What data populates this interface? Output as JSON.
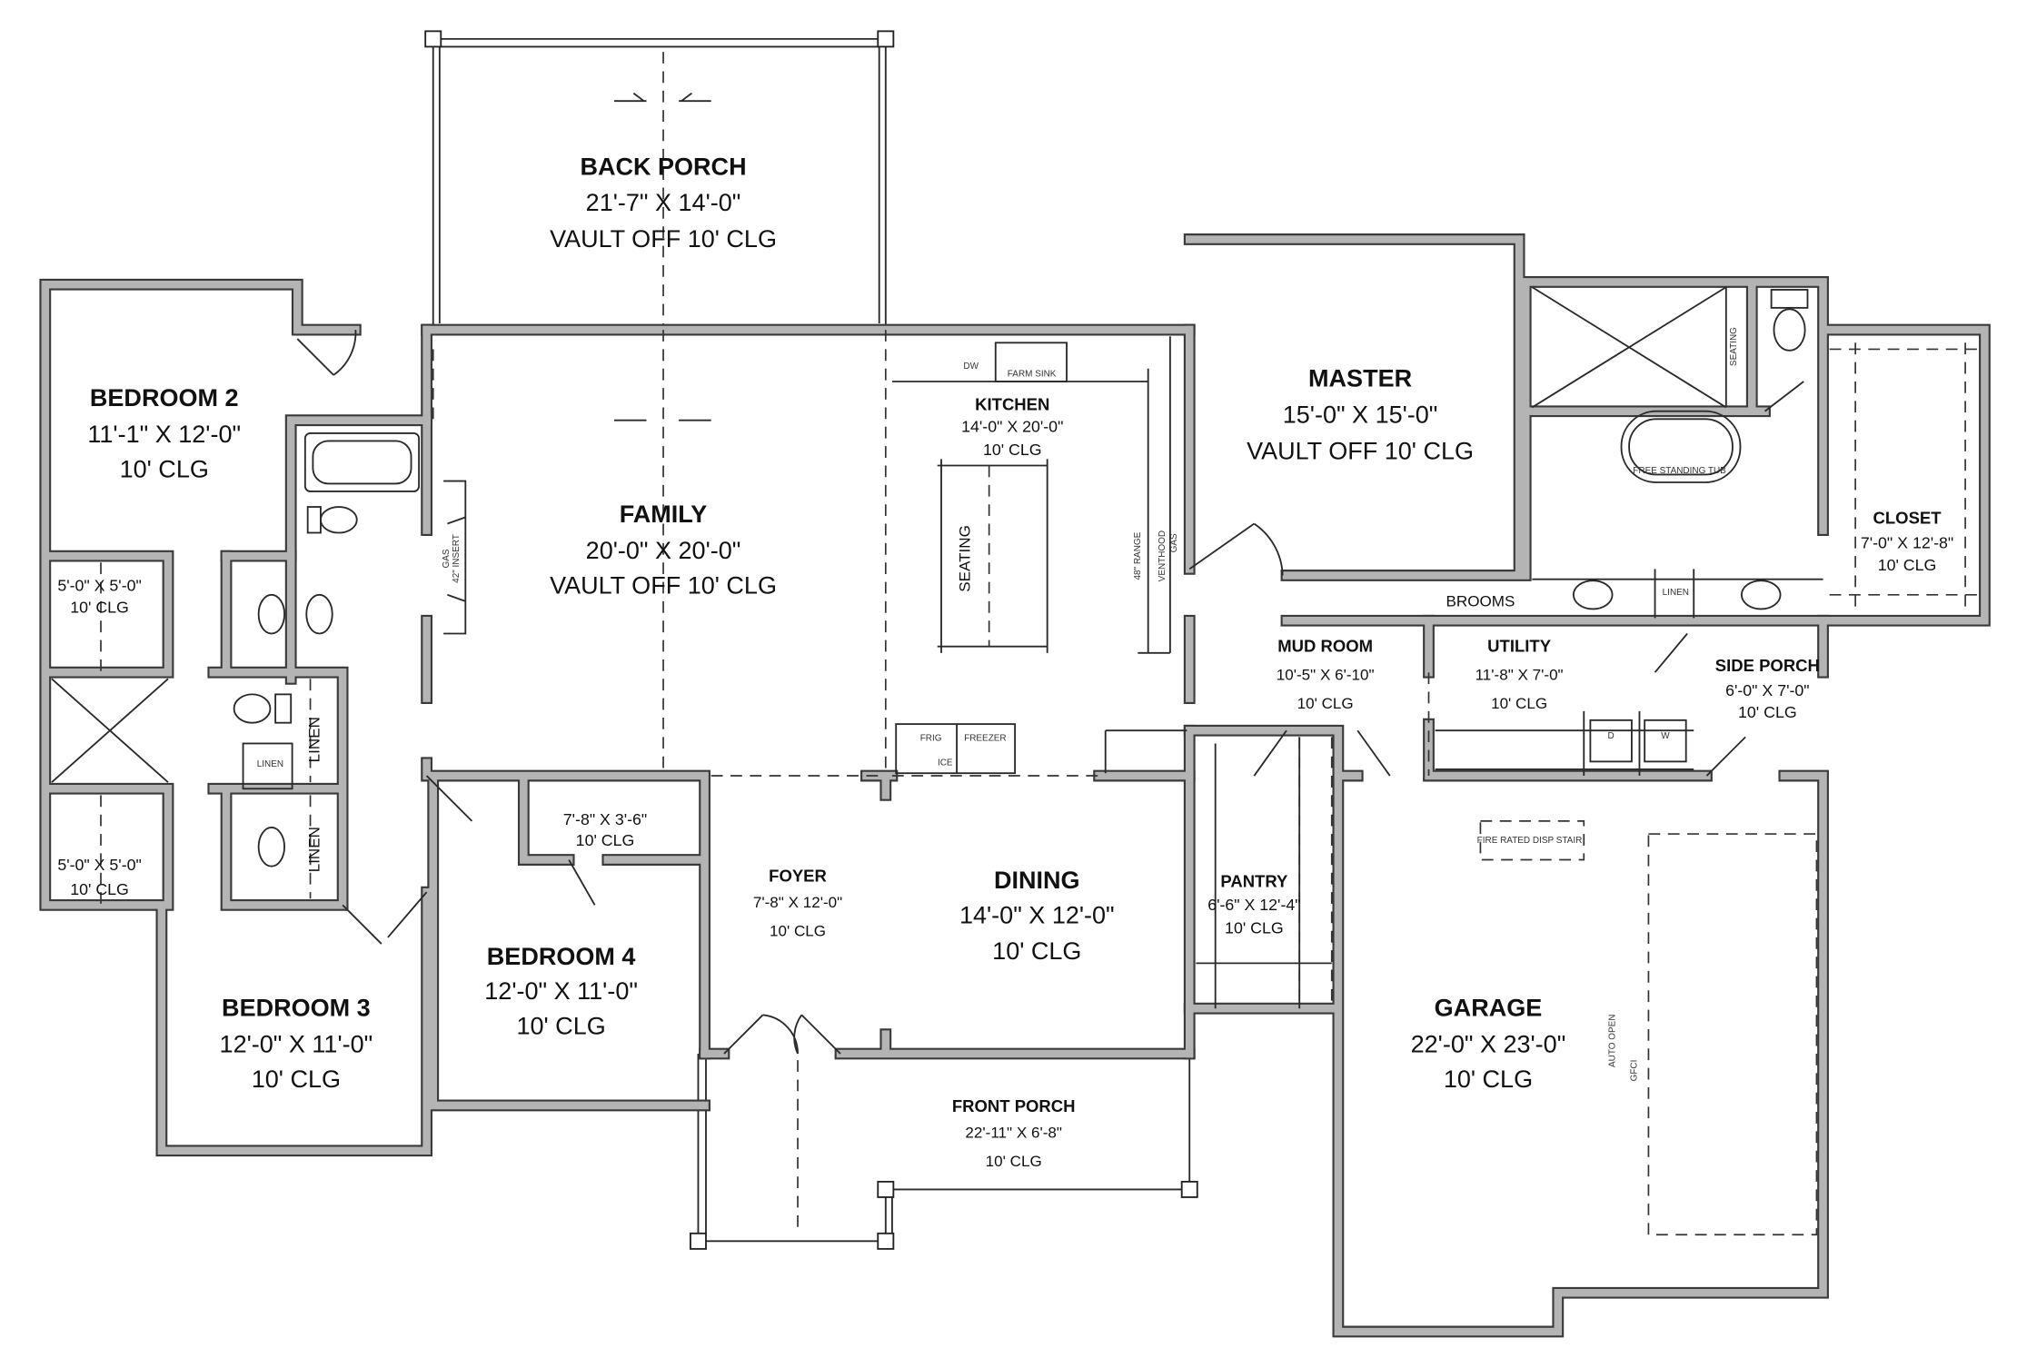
{
  "rooms": [
    {
      "id": "back-porch",
      "name": "BACK PORCH",
      "size": "21'-7\" X 14'-0\"",
      "ceiling": "VAULT OFF 10' CLG"
    },
    {
      "id": "bedroom-2",
      "name": "BEDROOM 2",
      "size": "11'-1\" X 12'-0\"",
      "ceiling": "10' CLG"
    },
    {
      "id": "family",
      "name": "FAMILY",
      "size": "20'-0\" X 20'-0\"",
      "ceiling": "VAULT OFF 10' CLG"
    },
    {
      "id": "kitchen",
      "name": "KITCHEN",
      "size": "14'-0\" X 20'-0\"",
      "ceiling": "10' CLG"
    },
    {
      "id": "master",
      "name": "MASTER",
      "size": "15'-0\" X 15'-0\"",
      "ceiling": "VAULT OFF 10' CLG"
    },
    {
      "id": "closet",
      "name": "CLOSET",
      "size": "7'-0\" X 12'-8\"",
      "ceiling": "10' CLG"
    },
    {
      "id": "mud-room",
      "name": "MUD ROOM",
      "size": "10'-5\" X 6'-10\"",
      "ceiling": "10' CLG"
    },
    {
      "id": "utility",
      "name": "UTILITY",
      "size": "11'-8\" X 7'-0\"",
      "ceiling": "10' CLG"
    },
    {
      "id": "side-porch",
      "name": "SIDE PORCH",
      "size": "6'-0\" X 7'-0\"",
      "ceiling": "10' CLG"
    },
    {
      "id": "foyer",
      "name": "FOYER",
      "size": "7'-8\" X 12'-0\"",
      "ceiling": "10' CLG"
    },
    {
      "id": "dining",
      "name": "DINING",
      "size": "14'-0\" X 12'-0\"",
      "ceiling": "10' CLG"
    },
    {
      "id": "pantry",
      "name": "PANTRY",
      "size": "6'-6\" X 12'-4\"",
      "ceiling": "10' CLG"
    },
    {
      "id": "bedroom-4",
      "name": "BEDROOM 4",
      "size": "12'-0\" X 11'-0\"",
      "ceiling": "10' CLG"
    },
    {
      "id": "bedroom-3",
      "name": "BEDROOM 3",
      "size": "12'-0\" X 11'-0\"",
      "ceiling": "10' CLG"
    },
    {
      "id": "garage",
      "name": "GARAGE",
      "size": "22'-0\" X 23'-0\"",
      "ceiling": "10' CLG"
    },
    {
      "id": "front-porch",
      "name": "FRONT PORCH",
      "size": "22'-11\" X 6'-8\"",
      "ceiling": "10' CLG"
    }
  ],
  "closets": [
    {
      "id": "closet-bed2",
      "size": "5'-0\" X 5'-0\"",
      "ceiling": "10' CLG"
    },
    {
      "id": "closet-bed3",
      "size": "5'-0\" X 5'-0\"",
      "ceiling": "10' CLG"
    },
    {
      "id": "closet-bed4",
      "size": "7'-8\" X 3'-6\"",
      "ceiling": "10' CLG"
    }
  ],
  "fixtures": {
    "linen_hall_1": "LINEN",
    "linen_hall_2": "LINEN",
    "linen_bath": "LINEN",
    "fireplace_gas": "GAS",
    "fireplace_insert": "42\" INSERT",
    "island_seating": "SEATING",
    "dishwasher": "DW",
    "farm_sink": "FARM SINK",
    "fridge": "FRIG",
    "freezer": "FREEZER",
    "ice": "ICE",
    "range": "48\" RANGE",
    "venthood": "VENTHOOD",
    "range_gas": "GAS",
    "shower_seating": "SEATING",
    "tub": "FREE STANDING TUB",
    "brooms": "BROOMS",
    "linen_master": "LINEN",
    "dryer": "D",
    "washer": "W",
    "stair": "FIRE RATED DISP STAIR",
    "auto_open": "AUTO OPEN",
    "gfci": "GFCI"
  }
}
